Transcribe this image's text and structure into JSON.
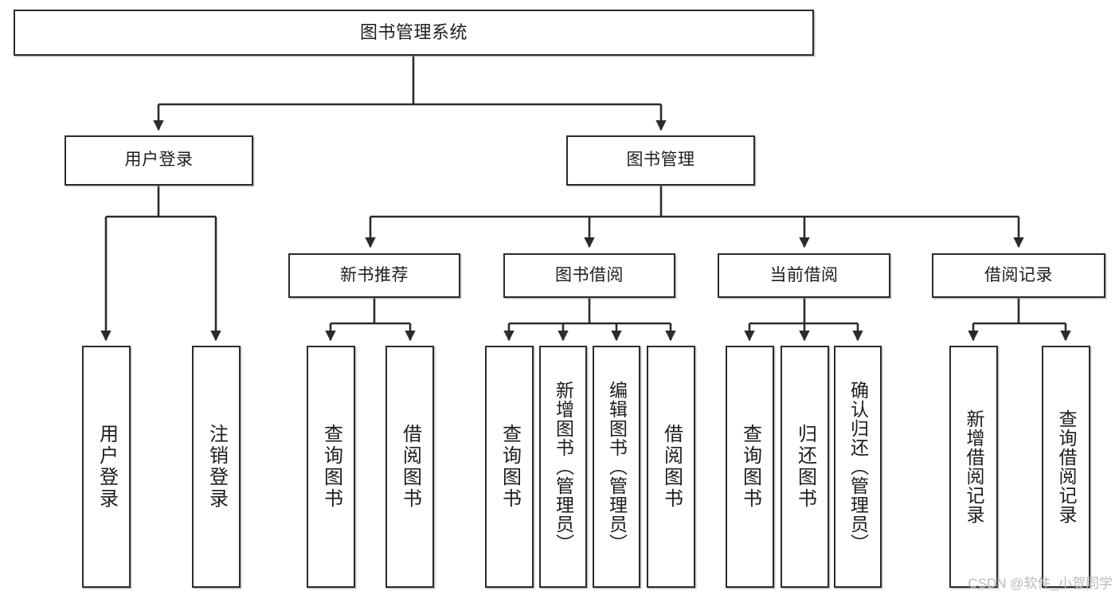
{
  "diagram": {
    "type": "tree",
    "title": "图书管理系统",
    "orientation": "top-down",
    "style": {
      "box_fill": "#ffffff",
      "box_stroke": "#2b2b2b",
      "text_color": "#1d1d1d",
      "edge_color": "#2b2b2b",
      "watermark_color": "#b9b9b9",
      "background": "#ffffff"
    },
    "watermark": "CSDN @软件_小贺同学",
    "nodes": {
      "root": {
        "label": "图书管理系统",
        "level": 0
      },
      "l1": [
        {
          "id": "user_login",
          "label": "用户登录",
          "level": 1
        },
        {
          "id": "book_manage",
          "label": "图书管理",
          "level": 1
        }
      ],
      "l2": [
        {
          "id": "new_book_rec",
          "label": "新书推荐",
          "level": 2,
          "parent": "book_manage"
        },
        {
          "id": "book_borrow",
          "label": "图书借阅",
          "level": 2,
          "parent": "book_manage"
        },
        {
          "id": "current_borrow",
          "label": "当前借阅",
          "level": 2,
          "parent": "book_manage"
        },
        {
          "id": "borrow_record",
          "label": "借阅记录",
          "level": 2,
          "parent": "book_manage"
        }
      ],
      "leaves": [
        {
          "id": "leaf_user_login",
          "label": "用户登录",
          "parent": "user_login"
        },
        {
          "id": "leaf_logout",
          "label": "注销登录",
          "parent": "user_login"
        },
        {
          "id": "leaf_query_book_1",
          "label": "查询图书",
          "parent": "new_book_rec"
        },
        {
          "id": "leaf_borrow_book_1",
          "label": "借阅图书",
          "parent": "new_book_rec"
        },
        {
          "id": "leaf_query_book_2",
          "label": "查询图书",
          "parent": "book_borrow"
        },
        {
          "id": "leaf_add_book",
          "label": "新增图书（管理员）",
          "parent": "book_borrow"
        },
        {
          "id": "leaf_edit_book",
          "label": "编辑图书（管理员）",
          "parent": "book_borrow"
        },
        {
          "id": "leaf_borrow_book_2",
          "label": "借阅图书",
          "parent": "book_borrow"
        },
        {
          "id": "leaf_query_book_3",
          "label": "查询图书",
          "parent": "current_borrow"
        },
        {
          "id": "leaf_return_book",
          "label": "归还图书",
          "parent": "current_borrow"
        },
        {
          "id": "leaf_confirm_return",
          "label": "确认归还（管理员）",
          "parent": "current_borrow"
        },
        {
          "id": "leaf_add_record",
          "label": "新增借阅记录",
          "parent": "borrow_record"
        },
        {
          "id": "leaf_query_record",
          "label": "查询借阅记录",
          "parent": "borrow_record"
        }
      ]
    }
  }
}
